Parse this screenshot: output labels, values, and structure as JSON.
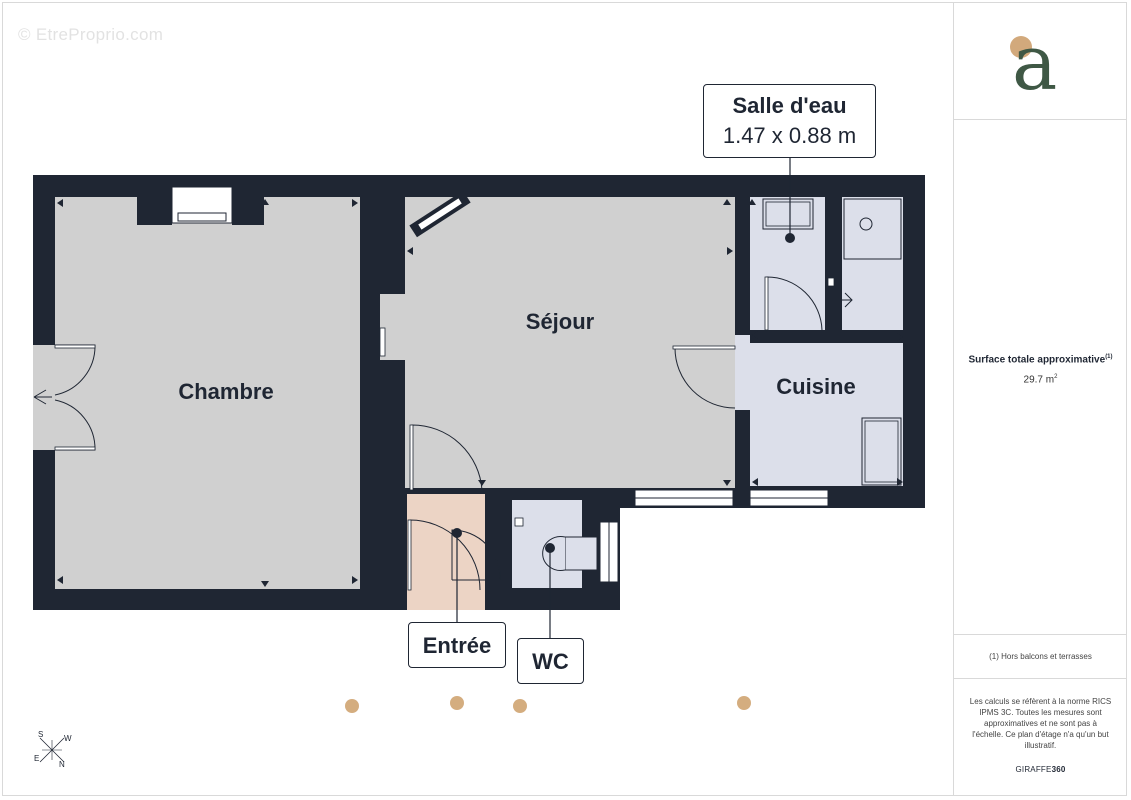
{
  "watermark": "© EtreProprio.com",
  "rooms": {
    "chambre": "Chambre",
    "sejour": "Séjour",
    "cuisine": "Cuisine",
    "entree": "Entrée",
    "wc": "WC",
    "salle_deau": "Salle d'eau"
  },
  "callout_dimension": "1.47 x 0.88 m",
  "compass": {
    "n": "N",
    "s": "S",
    "e": "E",
    "w": "W"
  },
  "colors": {
    "wall": "#1f2633",
    "floor_gray": "#d0d0d0",
    "floor_blue": "#dcdfea",
    "floor_pink": "#ecd4c5",
    "accent_dot": "#d4ad7f",
    "logo_green": "#3f5845",
    "logo_gold": "#d2a97c"
  },
  "sidebar": {
    "logo_letter": "a",
    "surface_label": "Surface totale approximative",
    "surface_note_marker": "(1)",
    "surface_value": "29.7 m",
    "surface_unit_sup": "2",
    "footnote": "(1) Hors balcons et terrasses",
    "disclaimer": "Les calculs se réfèrent à la norme RICS IPMS 3C. Toutes les mesures sont approximatives et ne sont pas à l'échelle. Ce plan d'étage n'a qu'un but illustratif.",
    "brand_prefix": "GIRAFFE",
    "brand_suffix": "360"
  }
}
